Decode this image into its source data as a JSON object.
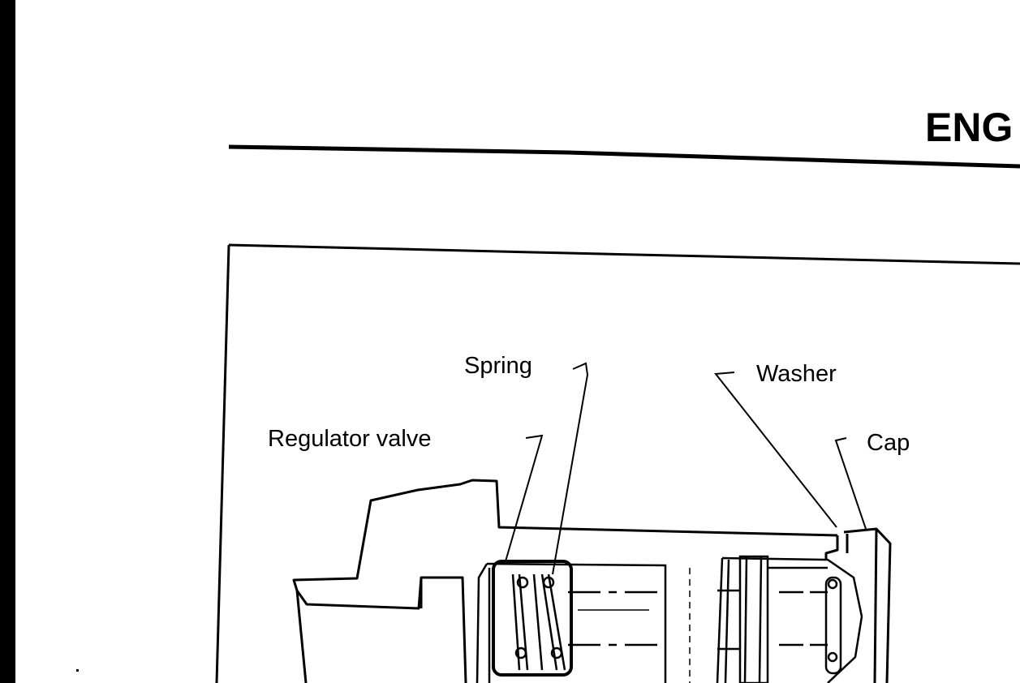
{
  "header": {
    "title_fragment": "ENG"
  },
  "diagram": {
    "labels": {
      "spring": "Spring",
      "regulator_valve": "Regulator valve",
      "washer": "Washer",
      "cap": "Cap"
    }
  },
  "colors": {
    "ink": "#000000",
    "paper": "#ffffff"
  }
}
